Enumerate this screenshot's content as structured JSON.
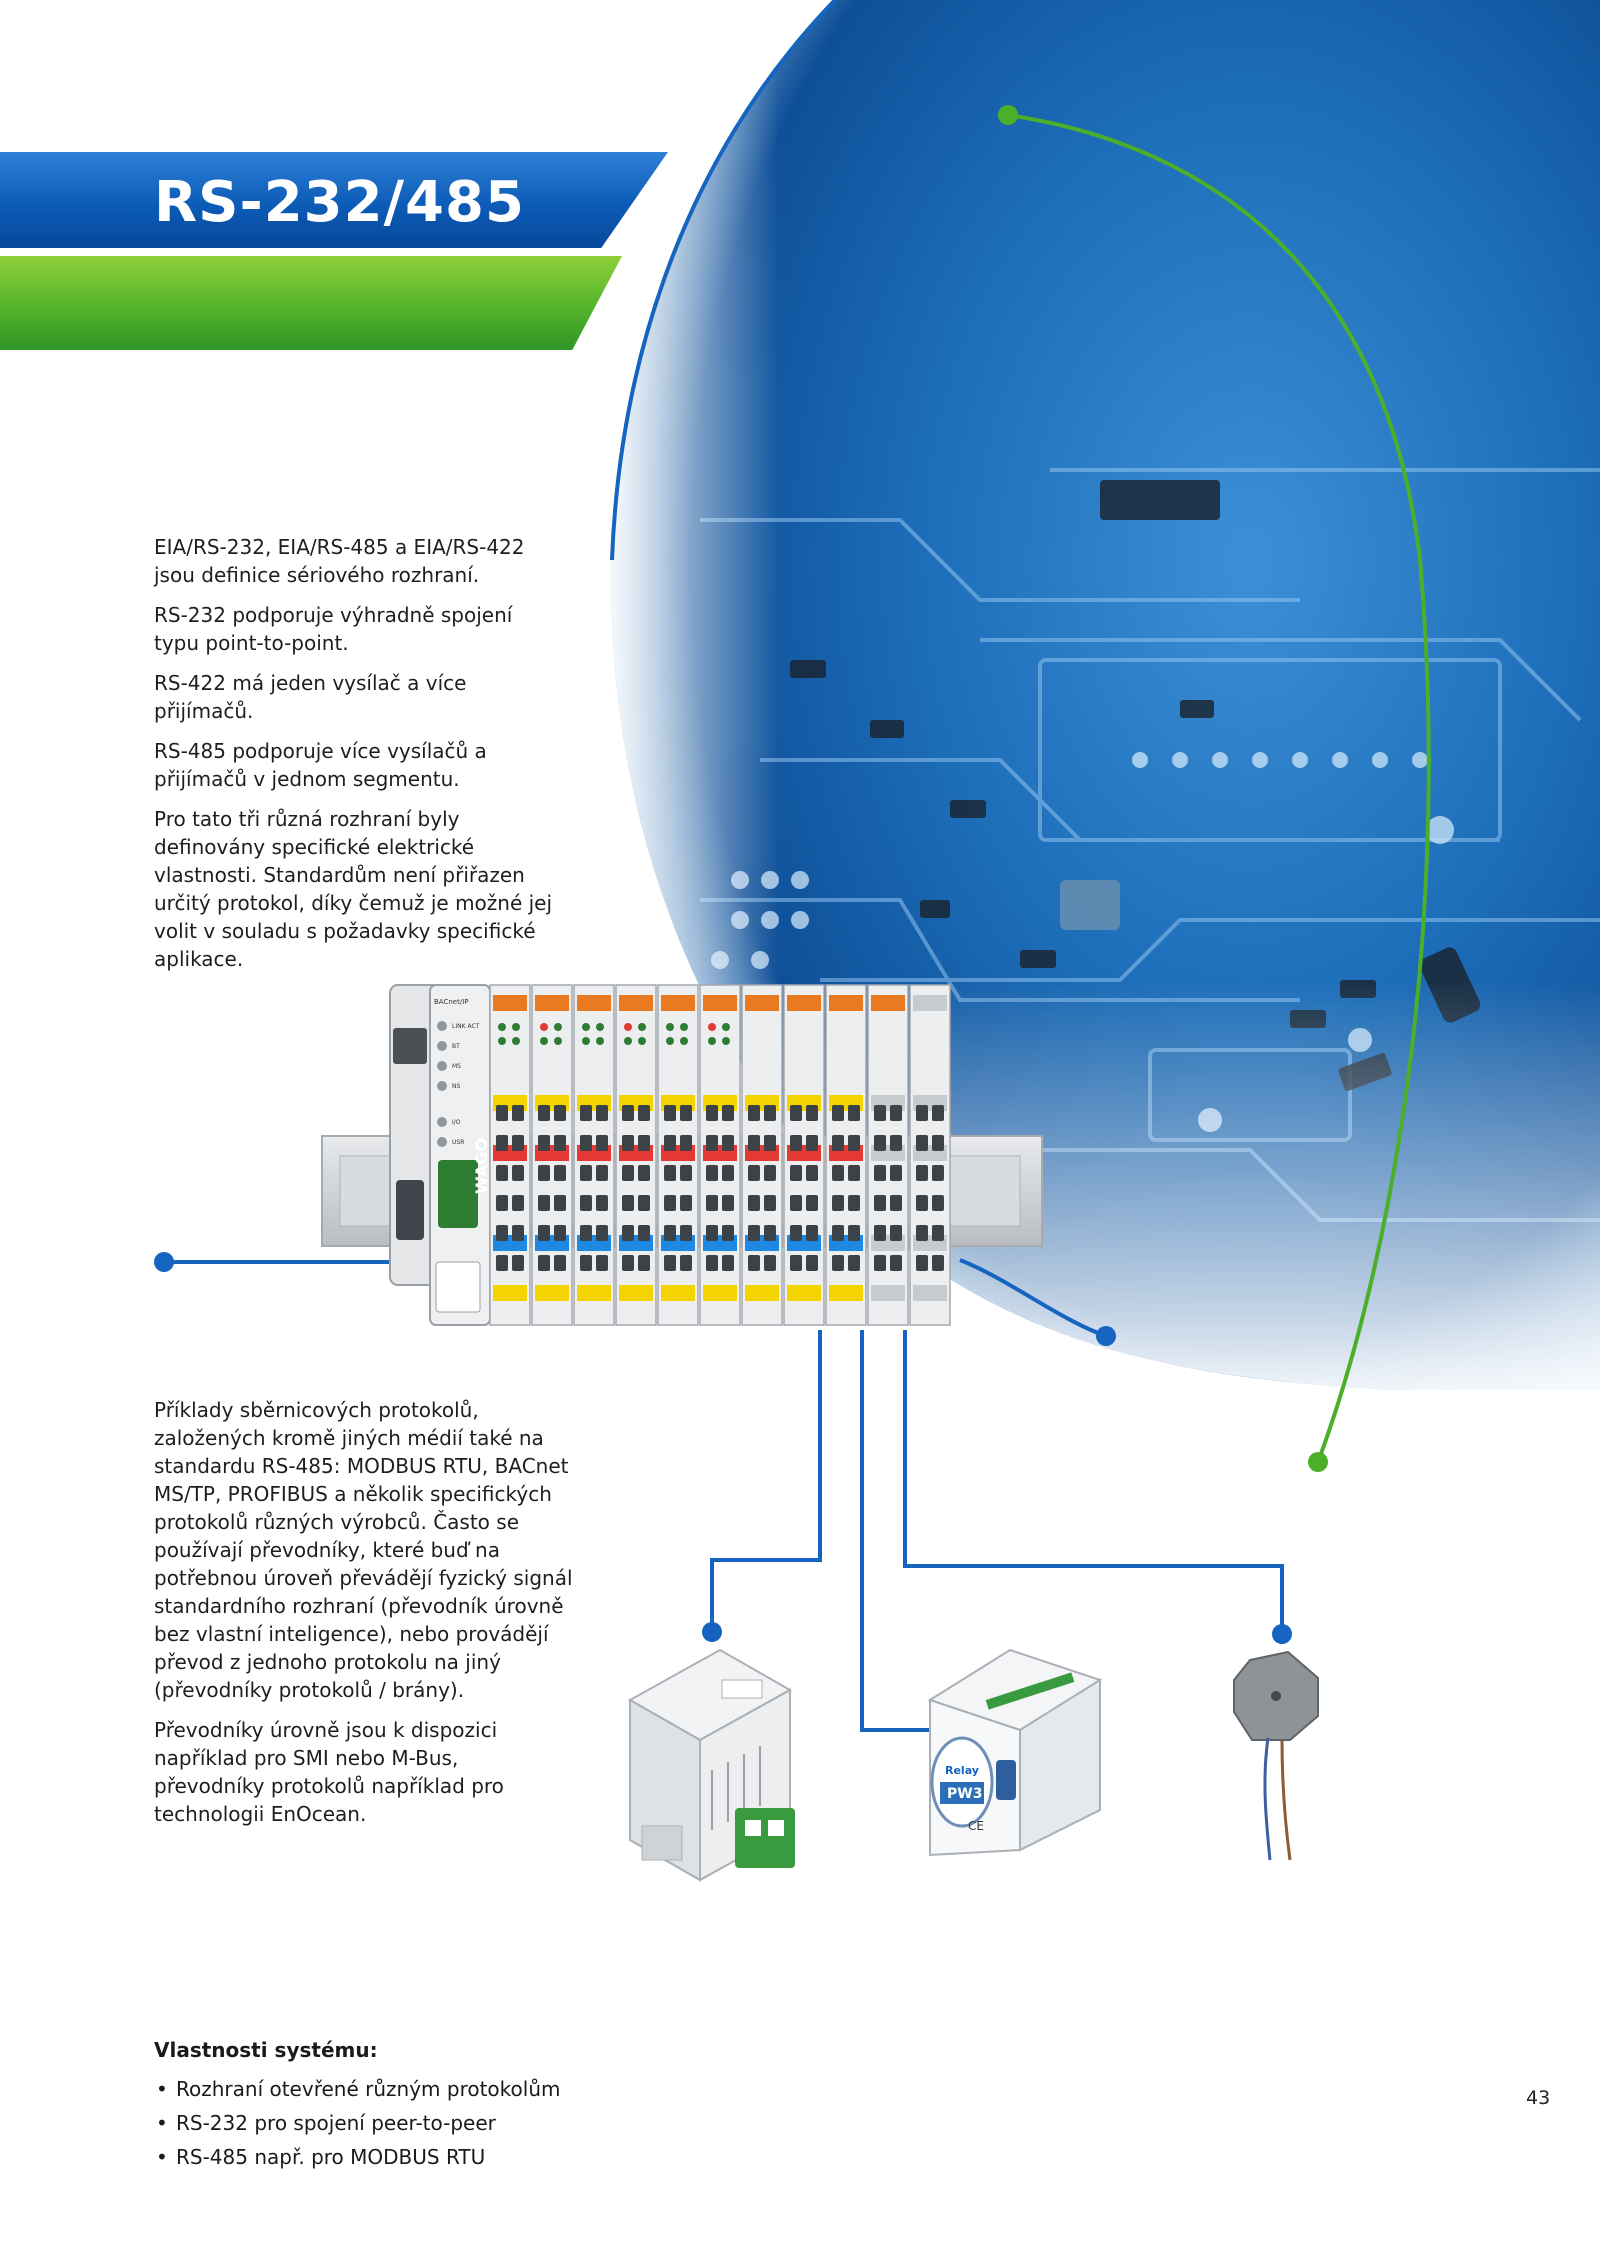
{
  "header": {
    "title": "RS-232/485"
  },
  "intro": {
    "paragraphs": [
      "EIA/RS-232, EIA/RS-485 a EIA/RS-422 jsou definice sériového rozhraní.",
      "RS-232 podporuje výhradně spojení typu point-to-point.",
      "RS-422 má jeden vysílač a více přijímačů.",
      "RS-485 podporuje více vysílačů a přijímačů v jednom segmentu.",
      "Pro tato tři různá rozhraní byly definovány specifické elektrické vlastnosti. Standardům není přiřazen určitý protokol, díky čemuž je možné jej volit v souladu s požadavky specifické aplikace."
    ]
  },
  "examples": {
    "paragraphs": [
      "Příklady sběrnicových protokolů, založených kromě jiných médií také na standardu RS-485: MODBUS RTU, BACnet MS/TP, PROFIBUS a několik specifických protokolů různých výrobců. Často se používají převodníky, které buď na potřebnou úroveň převádějí fyzický signál standardního rozhraní (převodník úrovně bez vlastní inteligence), nebo provádějí převod z jednoho protokolu na jiný (převodníky protokolů / brány).",
      "Převodníky úrovně jsou k dispozici například pro SMI nebo M-Bus, převodníky protokolů například pro technologii EnOcean."
    ]
  },
  "system_properties": {
    "title": "Vlastnosti systému:",
    "items": [
      "Rozhraní otevřené různým protokolům",
      "RS-232 pro spojení peer-to-peer",
      "RS-485 např. pro MODBUS RTU"
    ]
  },
  "device": {
    "brand": "WAGO",
    "header_label": "BACnet/IP",
    "status_labels": [
      "LINK ACT",
      "BT",
      "MS",
      "NS",
      "I/O",
      "USR"
    ],
    "pw3_brand": "Relay",
    "pw3_label": "PW3",
    "pw3_mark": "CE"
  },
  "page": {
    "number": "43"
  },
  "colors": {
    "banner_blue": "#0c5cb7",
    "banner_green": "#55b42a",
    "connector_blue": "#1565c0",
    "connector_green": "#4caf2a"
  }
}
